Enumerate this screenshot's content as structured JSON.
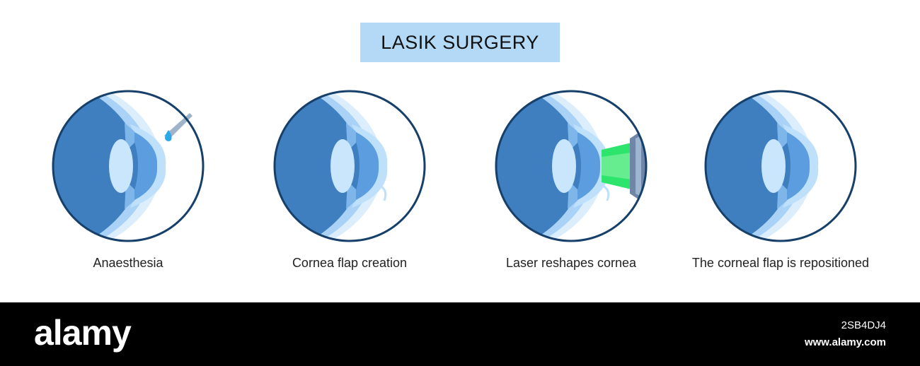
{
  "title": "LASIK SURGERY",
  "steps": [
    {
      "caption": "Anaesthesia"
    },
    {
      "caption": "Cornea flap creation"
    },
    {
      "caption": "Laser reshapes cornea"
    },
    {
      "caption": "The corneal flap is repositioned"
    }
  ],
  "colors": {
    "title_bg": "#b3d9f7",
    "eyeball": "#3f7fc0",
    "ring": "#16406a",
    "cornea_light": "#bfe0fb",
    "iris": "#5b9ddf",
    "laser": "#2de56d",
    "drop": "#2aa9e8"
  },
  "watermark": {
    "brand": "alamy",
    "image_id": "2SB4DJ4",
    "site": "www.alamy.com"
  }
}
